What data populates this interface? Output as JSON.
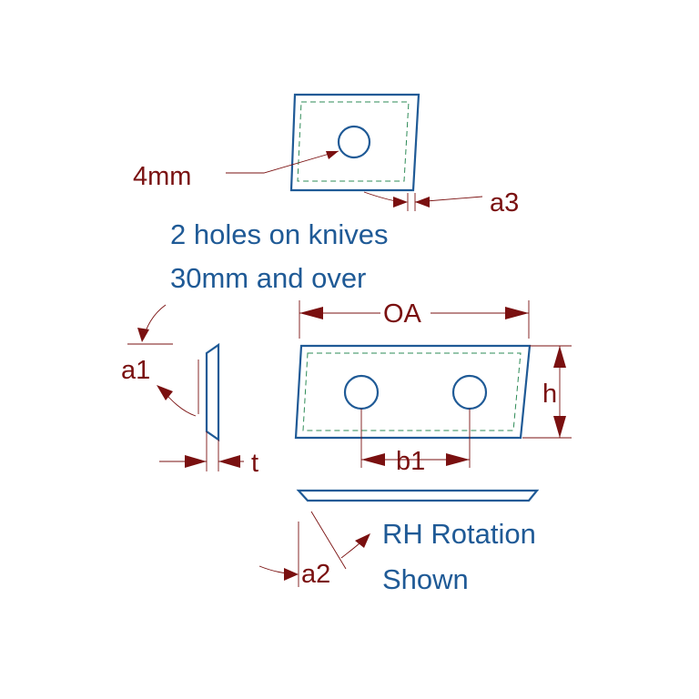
{
  "diagram": {
    "labels": {
      "hole_diameter": "4mm",
      "angle_a3": "a3",
      "note_line1": "2 holes on knives",
      "note_line2": "30mm and over",
      "overall_length": "OA",
      "angle_a1": "a1",
      "height": "h",
      "thickness": "t",
      "hole_spacing": "b1",
      "angle_a2": "a2",
      "rotation_line1": "RH Rotation",
      "rotation_line2": "Shown"
    },
    "colors": {
      "part_outline": "#1f5a96",
      "dimension": "#7a1010",
      "hidden_edge": "#2e8b57",
      "note_text": "#1f5a96"
    }
  }
}
